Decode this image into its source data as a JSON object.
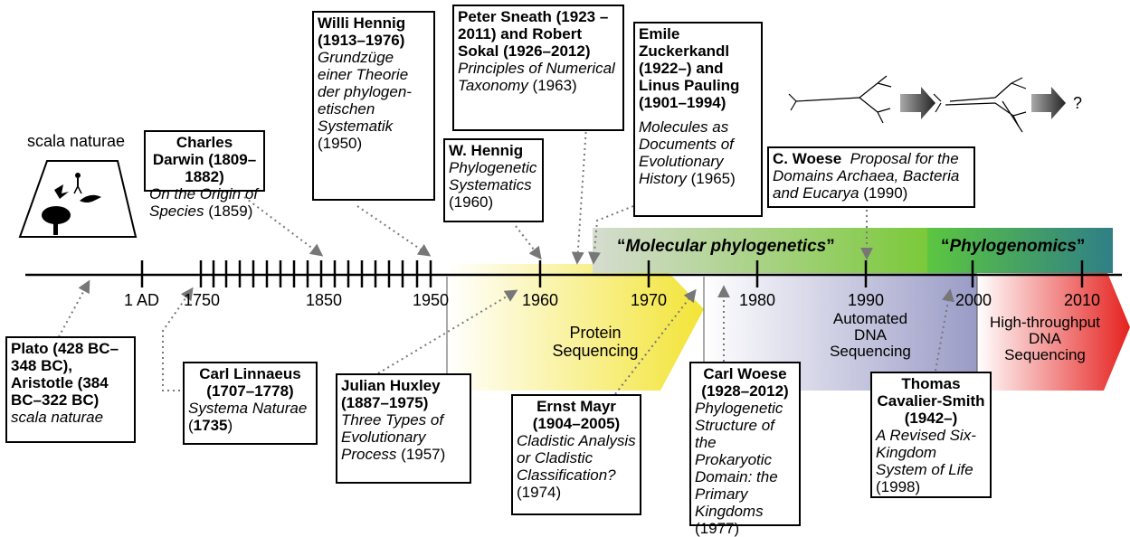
{
  "scala_naturae_label": "scala naturae",
  "question_mark": "?",
  "eras": {
    "molecular": "Molecular phylogenetics",
    "phylogenomics": "Phylogenomics"
  },
  "phases": {
    "protein": [
      "Protein",
      "Sequencing"
    ],
    "automated": [
      "Automated",
      "DNA",
      "Sequencing"
    ],
    "htp": [
      "High-throughput",
      "DNA",
      "Sequencing"
    ]
  },
  "ticks": [
    "1 AD",
    "1750",
    "1850",
    "1950",
    "1960",
    "1970",
    "1980",
    "1990",
    "2000",
    "2010"
  ],
  "boxes": {
    "darwin": {
      "name": "Charles Darwin (1809–1882)",
      "work": "On the Origin of Species",
      "year": "(1859)"
    },
    "hennig1": {
      "name": "Willi Hennig (1913–1976)",
      "work": "Grundzüge einer Theorie der phylogen-etischen Systematik",
      "year": "(1950)"
    },
    "sneath": {
      "name": "Peter Sneath (1923 –2011) and Robert Sokal (1926–2012)",
      "work": "Principles of Numerical Taxonomy",
      "year": "(1963)"
    },
    "hennig2": {
      "name": "W. Hennig",
      "work": "Phylogenetic Systematics",
      "year": "(1960)"
    },
    "zuckerkandl": {
      "name": "Emile Zuckerkandl (1922–) and Linus Pauling (1901–1994)",
      "work": "Molecules as Documents of Evolutionary History",
      "year": "(1965)"
    },
    "woese1": {
      "name": "C. Woese",
      "work": "Proposal for the Domains Archaea, Bacteria and Eucarya",
      "year": "(1990)"
    },
    "plato": {
      "name": "Plato (428 BC–348 BC), Aristotle (384 BC–322 BC)",
      "work": "scala naturae"
    },
    "linnaeus": {
      "name": "Carl Linnaeus (1707–1778)",
      "work": "Systema Naturae",
      "year": "1735"
    },
    "huxley": {
      "name": "Julian Huxley (1887–1975)",
      "work": "Three Types of Evolutionary Process",
      "year": "(1957)"
    },
    "mayr": {
      "name": "Ernst Mayr (1904–2005)",
      "work": "Cladistic Analysis or Cladistic Classification?",
      "year": "(1974)"
    },
    "woese2": {
      "name": "Carl Woese (1928–2012)",
      "work": "Phylogenetic Structure of the Prokaryotic Domain: the Primary Kingdoms",
      "year": "(1977)"
    },
    "cavalier": {
      "name": "Thomas Cavalier-Smith (1942–)",
      "work": "A Revised Six-Kingdom System of Life",
      "year": "(1998)"
    }
  },
  "colors": {
    "protein_fill": "#f5e94a",
    "automated_fill": "#9e9fc8",
    "htp_fill": "#e8332b",
    "molecular_band": "#8ccf4a",
    "phylogenomics_band": "#2a8a7a"
  }
}
